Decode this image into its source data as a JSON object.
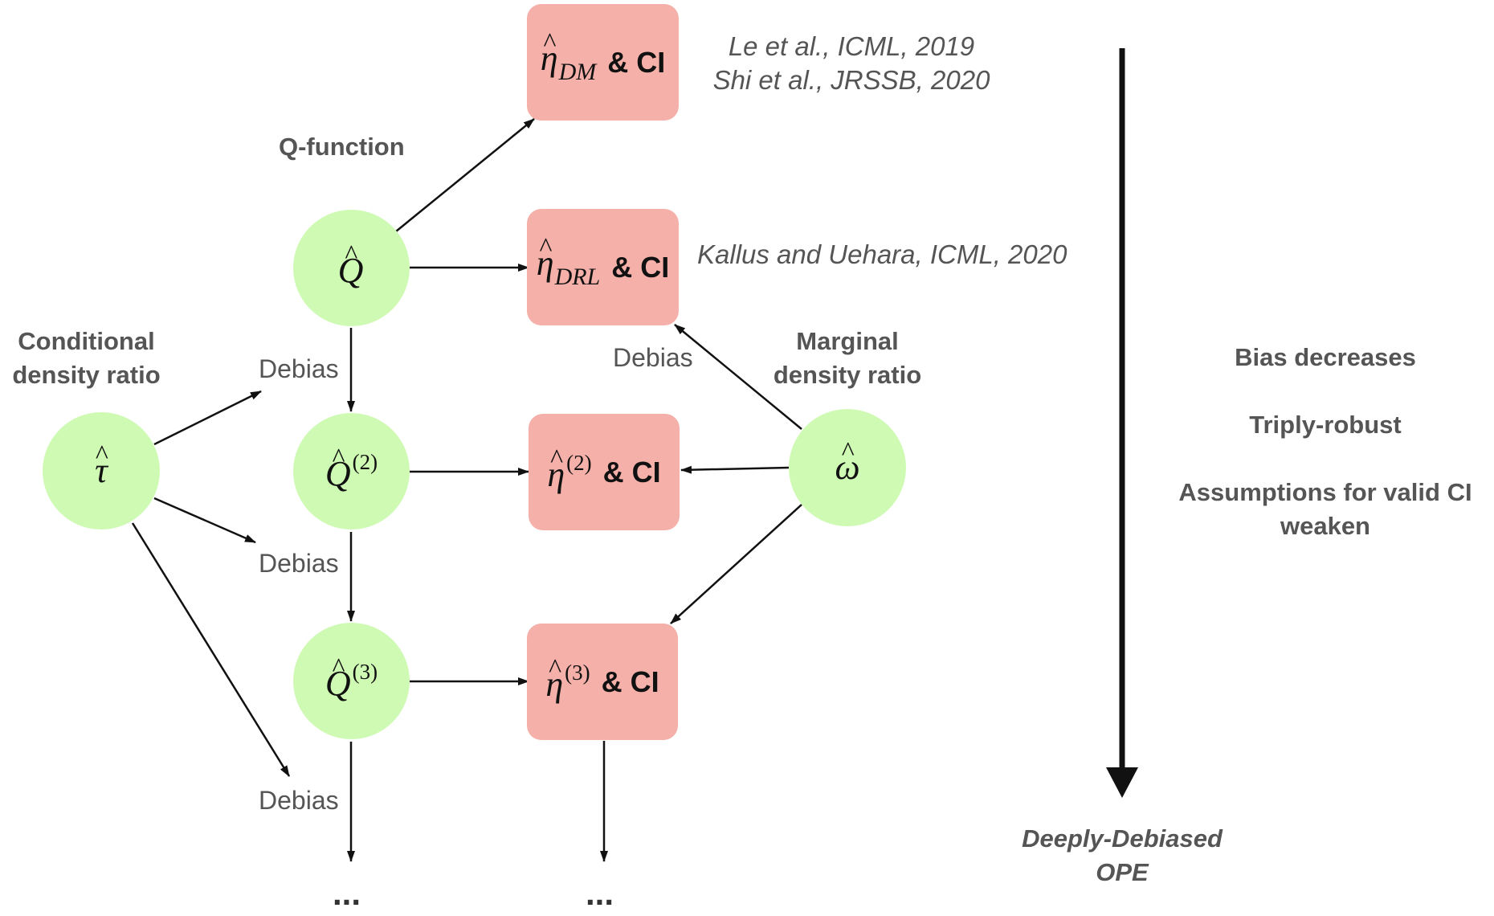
{
  "headings": {
    "q_function": "Q-function",
    "conditional_line1": "Conditional",
    "conditional_line2": "density ratio",
    "marginal_line1": "Marginal",
    "marginal_line2": "density ratio"
  },
  "nodes": {
    "q1": {
      "sym": "Q",
      "sup": ""
    },
    "q2": {
      "sym": "Q",
      "sup": "(2)"
    },
    "q3": {
      "sym": "Q",
      "sup": "(3)"
    },
    "tau": {
      "sym": "τ"
    },
    "omega": {
      "sym": "ω"
    }
  },
  "boxes": {
    "dm": {
      "sym": "η",
      "sub": "DM",
      "sup": "",
      "suffix": "& CI"
    },
    "drl": {
      "sym": "η",
      "sub": "DRL",
      "sup": "",
      "suffix": "& CI"
    },
    "eta2": {
      "sym": "η",
      "sub": "",
      "sup": "(2)",
      "suffix": "& CI"
    },
    "eta3": {
      "sym": "η",
      "sub": "",
      "sup": "(3)",
      "suffix": "& CI"
    }
  },
  "edge_labels": {
    "debias_1": "Debias",
    "debias_2": "Debias",
    "debias_3": "Debias",
    "debias_marginal": "Debias"
  },
  "references": {
    "ref1_line1": "Le et al., ICML, 2019",
    "ref1_line2": "Shi et al., JRSSB, 2020",
    "ref2": "Kallus and Uehara, ICML, 2020"
  },
  "ellipsis": {
    "left": "...",
    "right": "..."
  },
  "side_notes": {
    "bias": "Bias decreases",
    "triply": "Triply-robust",
    "assumptions_line1": "Assumptions for valid CI",
    "assumptions_line2": "weaken"
  },
  "arrow_caption": {
    "line1": "Deeply-Debiased",
    "line2": "OPE"
  },
  "colors": {
    "node_fill": "#cffab4",
    "box_fill": "#f4b0a9",
    "text_gray": "#555555"
  }
}
